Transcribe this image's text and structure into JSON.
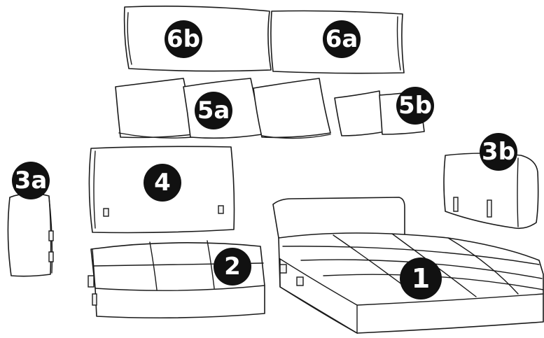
{
  "diagram": {
    "badges": {
      "p6b": "6b",
      "p6a": "6a",
      "p5a": "5a",
      "p5b": "5b",
      "p3a": "3a",
      "p4": "4",
      "p3b": "3b",
      "p2": "2",
      "p1": "1"
    },
    "colors": {
      "badge_fill": "#111111",
      "badge_text": "#ffffff",
      "line": "#1a1a1a",
      "background": "#ffffff"
    }
  }
}
